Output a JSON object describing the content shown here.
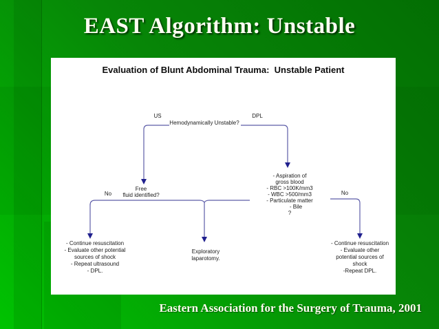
{
  "slide": {
    "title": "EAST Algorithm: Unstable",
    "caption": "Eastern Association for the Surgery of Trauma, 2001"
  },
  "diagram": {
    "title": "Evaluation of Blunt Abdominal Trauma:  Unstable Patient",
    "decision_root": "Hemodynamically Unstable?",
    "us_label": "US",
    "dpl_label": "DPL",
    "free_fluid_line1": "Free",
    "free_fluid_line2": "fluid identified?",
    "no_left": "No",
    "no_right": "No",
    "dpl_criteria": [
      "- Aspiration of",
      "gross blood",
      "- RBC >100K/mm3",
      "- WBC >500/mm3",
      "- Particulate matter",
      "- Bile",
      "?"
    ],
    "left_outcome": [
      "- Continue resuscitation",
      "- Evaluate other potential",
      "sources of shock",
      "- Repeat ultrasound",
      "- DPL."
    ],
    "center_outcome": [
      "Exploratory",
      "laparotomy."
    ],
    "right_outcome": [
      "- Continue resuscitation",
      "- Evaluate other",
      "potential sources of",
      "shock",
      "-Repeat DPL."
    ]
  },
  "colors": {
    "background_green_dark": "#036e03",
    "background_green_bright": "#00c301",
    "panel_white": "#ffffff",
    "connector_line": "#5c5ca8",
    "arrowhead": "#20208e",
    "title_text": "#fffef2"
  }
}
